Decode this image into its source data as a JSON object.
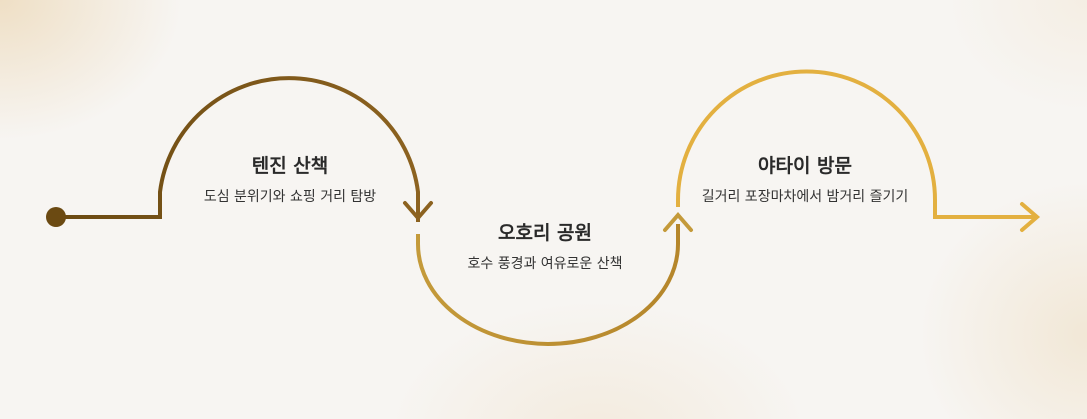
{
  "stages": [
    {
      "title": "텐진 산책",
      "description": "도심 분위기와 쇼핑 거리 탐방",
      "color": "#7a5517"
    },
    {
      "title": "오호리 공원",
      "description": "호수 풍경과 여유로운 산책",
      "color": "#b98a2a"
    },
    {
      "title": "야타이 방문",
      "description": "길거리 포장마차에서 밤거리 즐기기",
      "color": "#e3b040"
    }
  ]
}
